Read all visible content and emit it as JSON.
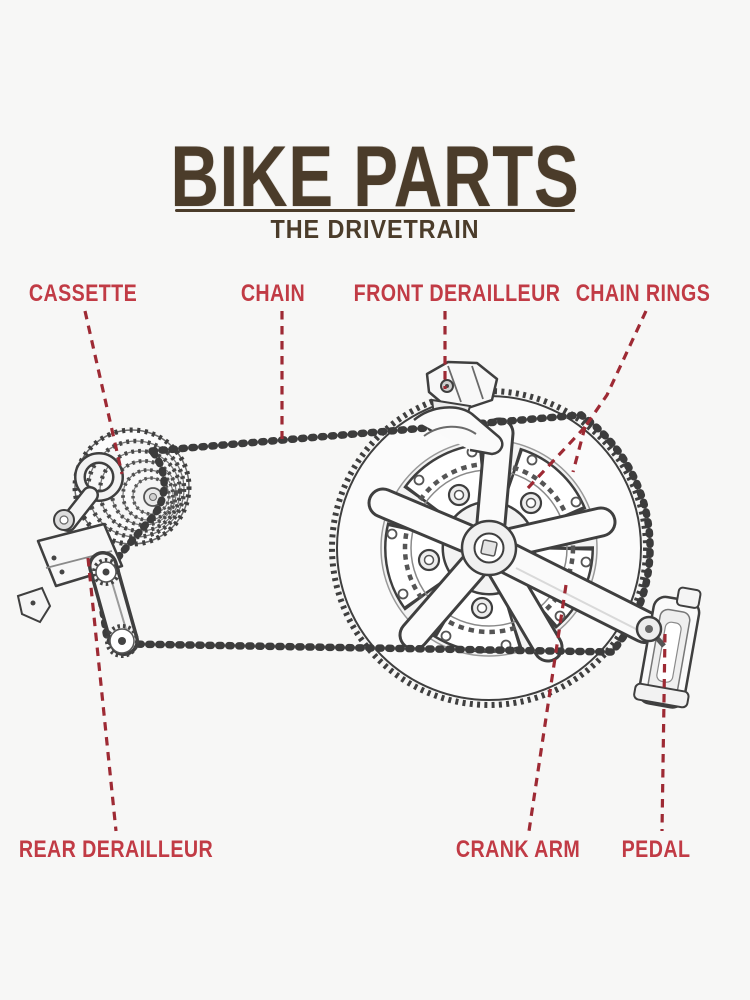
{
  "title": {
    "main": "BIKE PARTS",
    "subtitle": "THE DRIVETRAIN"
  },
  "labels": {
    "cassette": "CASSETTE",
    "chain": "CHAIN",
    "front_derailleur": "FRONT DERAILLEUR",
    "chain_rings": "CHAIN RINGS",
    "rear_derailleur": "REAR DERAILLEUR",
    "crank_arm": "CRANK ARM",
    "pedal": "PEDAL"
  },
  "diagram": {
    "type": "labeled-diagram",
    "subject": "bicycle drivetrain line illustration",
    "parts": [
      "CASSETTE",
      "CHAIN",
      "FRONT DERAILLEUR",
      "CHAIN RINGS",
      "REAR DERAILLEUR",
      "CRANK ARM",
      "PEDAL"
    ]
  },
  "colors": {
    "background": "#f7f7f6",
    "title_brown": "#4b3c2a",
    "label_red": "#c13b45",
    "leader_line_red": "#9e2a34",
    "drawing_dark": "#3f3f3f"
  }
}
